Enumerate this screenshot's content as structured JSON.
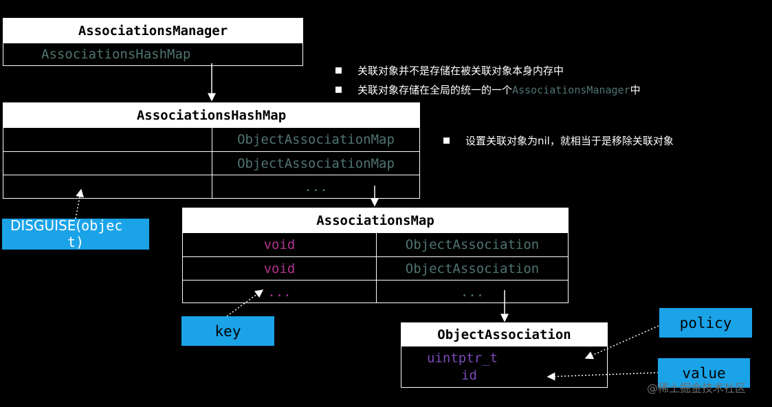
{
  "manager": {
    "title": "AssociationsManager",
    "field": "AssociationsHashMap"
  },
  "hashmap": {
    "title": "AssociationsHashMap",
    "rows": [
      [
        "",
        "ObjectAssociationMap"
      ],
      [
        "",
        "ObjectAssociationMap"
      ],
      [
        "",
        "..."
      ]
    ]
  },
  "assocmap": {
    "title": "AssociationsMap",
    "rows": [
      [
        "void",
        "ObjectAssociation"
      ],
      [
        "void",
        "ObjectAssociation"
      ],
      [
        "...",
        "..."
      ]
    ]
  },
  "objassoc": {
    "title": "ObjectAssociation",
    "field1": "uintptr_t",
    "field2": "id"
  },
  "notes": {
    "n1": "关联对象并不是存储在被关联对象本身内存中",
    "n2_prefix": "关联对象存储在全局的统一的一个",
    "n2_code": "AssociationsManager",
    "n2_suffix": "中",
    "n3": "设置关联对象为nil，就相当于是移除关联对象"
  },
  "labels": {
    "disguise_prefix": "DISGUISE(",
    "disguise_code1": "objec",
    "disguise_code2": "t)",
    "key": "key",
    "policy": "policy",
    "value": "value"
  },
  "watermark": "@稀土掘金技术社区",
  "colors": {
    "label_bg": "#1ba3e8",
    "code_teal": "#4f7470",
    "code_magenta": "#b0348e",
    "code_purple": "#7a4bb8"
  }
}
